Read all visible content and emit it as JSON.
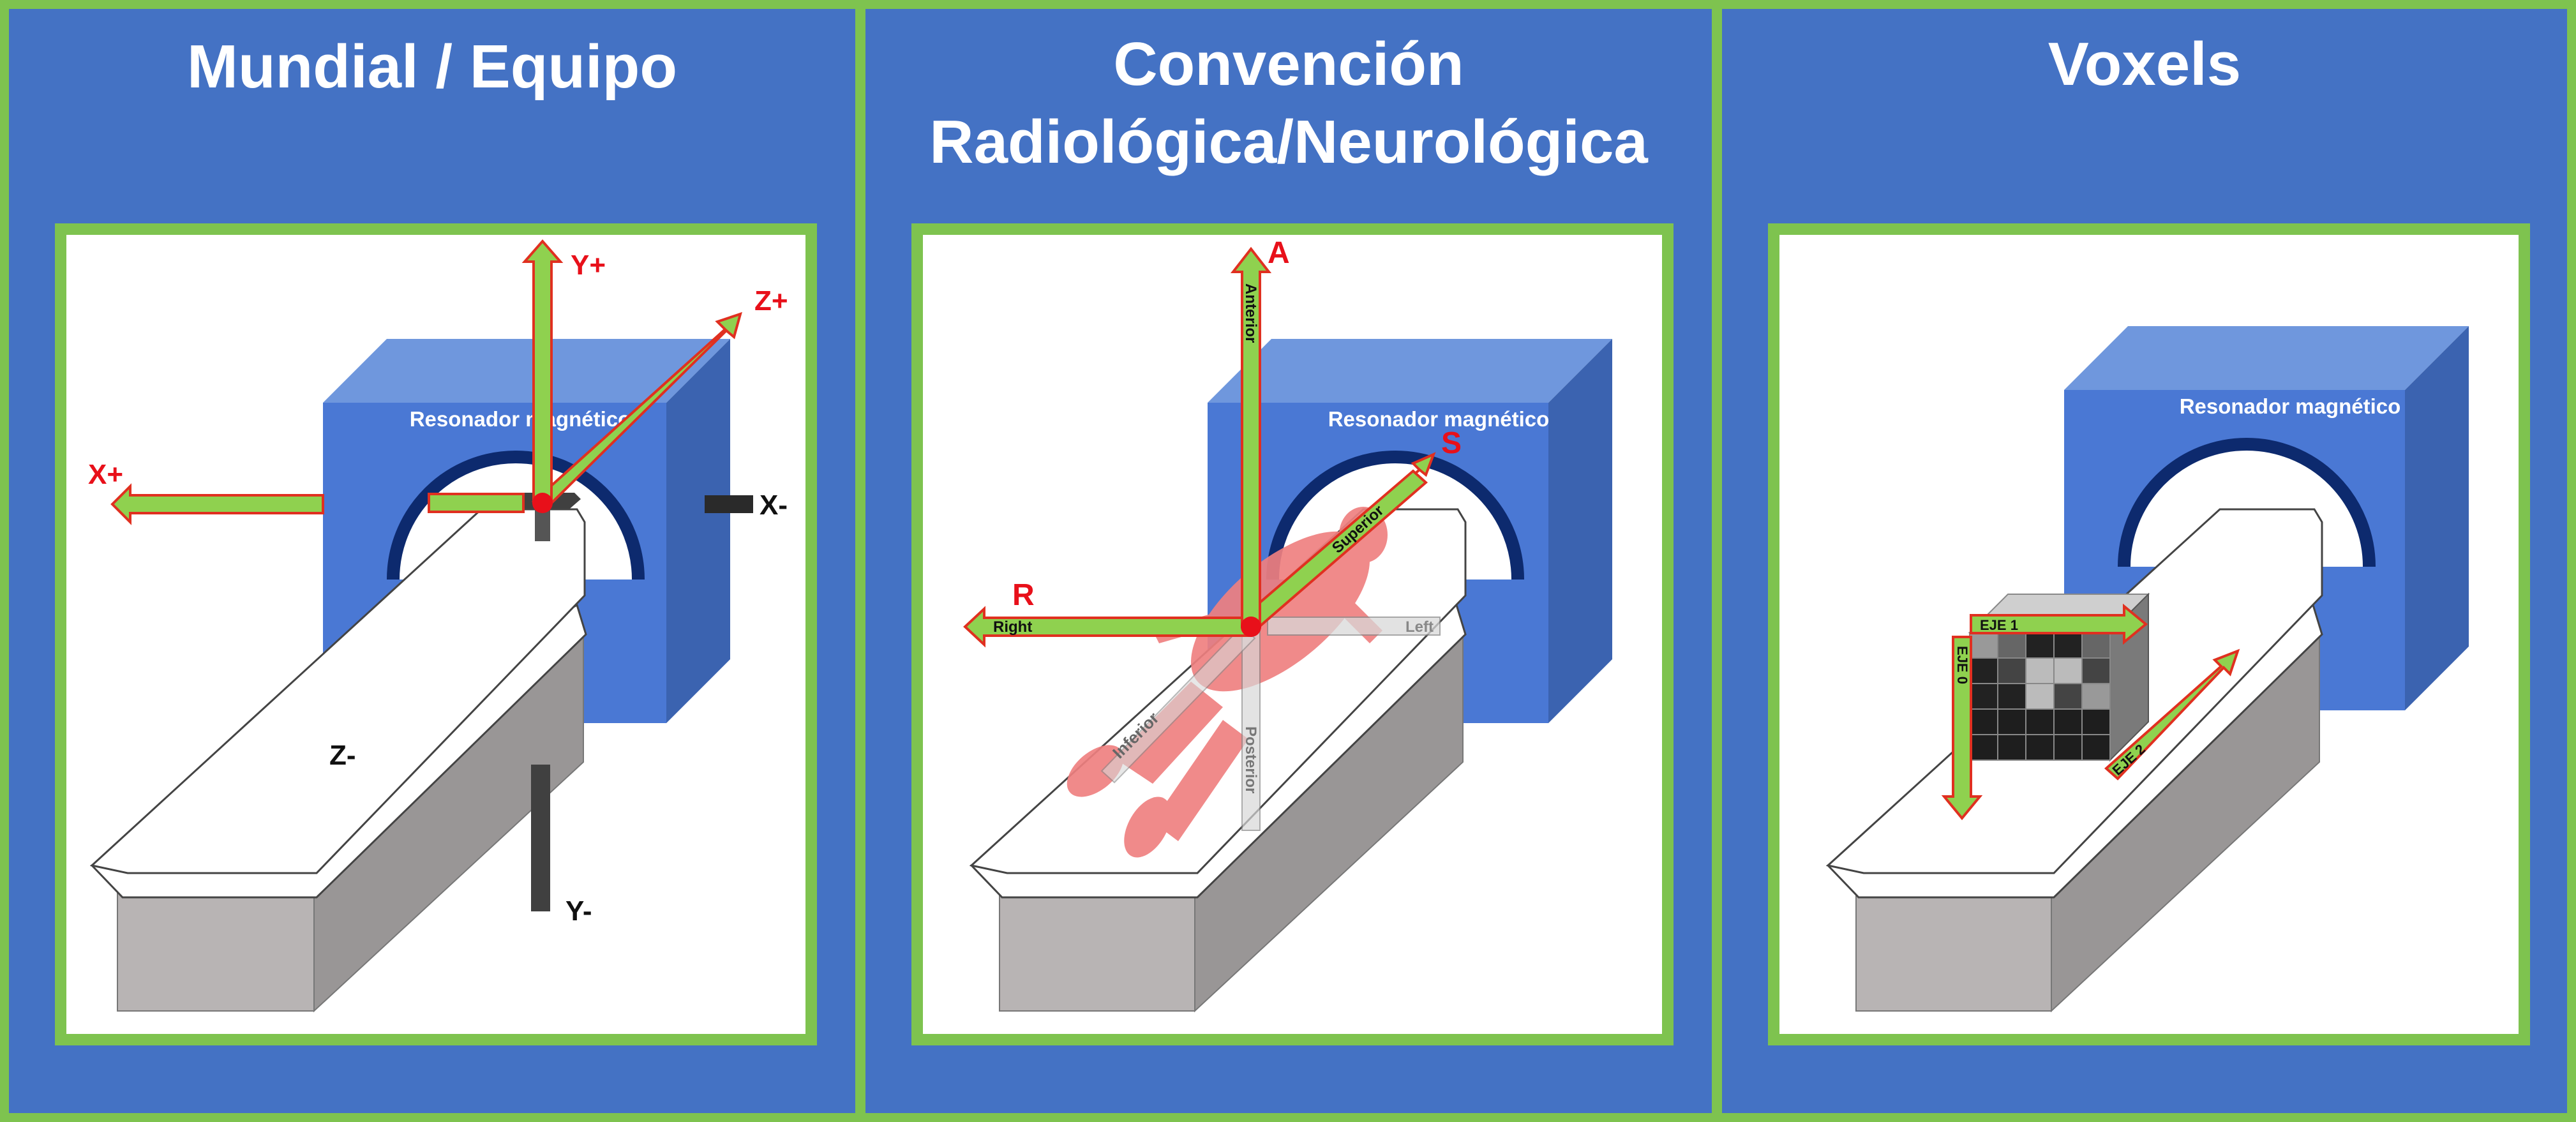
{
  "panels": [
    {
      "title": "Mundial / Equipo",
      "machine_label": "Resonador magnético",
      "axes": [
        "Y+",
        "Z+",
        "X+",
        "X-",
        "Z-",
        "Y-"
      ]
    },
    {
      "title_lines": [
        "Convención",
        "Radiológica/Neurológica"
      ],
      "machine_label": "Resonador magnético",
      "letters": [
        "A",
        "S",
        "R"
      ],
      "words": {
        "anterior": "Anterior",
        "superior": "Superior",
        "right": "Right",
        "left": "Left",
        "inferior": "Inferior",
        "posterior": "Posterior"
      }
    },
    {
      "title": "Voxels",
      "machine_label": "Resonador magnético",
      "axes": [
        "EJE 1",
        "EJE 0",
        "EJE 2"
      ]
    }
  ],
  "colors": {
    "background": "#4472c4",
    "border": "#7ec34f",
    "arrow_fill": "#8fd14f",
    "arrow_edge": "#e03020",
    "label_red": "#e8101a",
    "machine_front": "#4a78d4",
    "machine_top": "#6f97dd",
    "machine_side": "#3b63b0",
    "tunnel": "#0d2a6e",
    "base_front": "#b8b4b4",
    "base_side": "#999696",
    "body": "#ef8080"
  }
}
